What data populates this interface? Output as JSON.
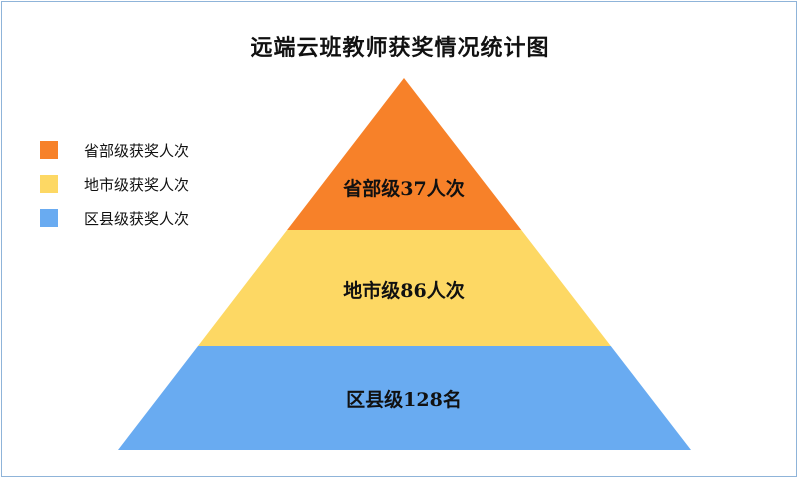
{
  "title": "远端云班教师获奖情况统计图",
  "chart_data": {
    "type": "pyramid",
    "title": "远端云班教师获奖情况统计图",
    "legend": [
      {
        "name": "省部级获奖人次",
        "color": "#f78129"
      },
      {
        "name": "地市级获奖人次",
        "color": "#fdd864"
      },
      {
        "name": "区县级获奖人次",
        "color": "#69abf1"
      }
    ],
    "segments": [
      {
        "name": "省部级",
        "value": 37,
        "label": "省部级37人次",
        "color": "#f78129"
      },
      {
        "name": "地市级",
        "value": 86,
        "label": "地市级86人次",
        "color": "#fdd864"
      },
      {
        "name": "区县级",
        "value": 128,
        "label": "区县级128名",
        "color": "#69abf1"
      }
    ]
  }
}
